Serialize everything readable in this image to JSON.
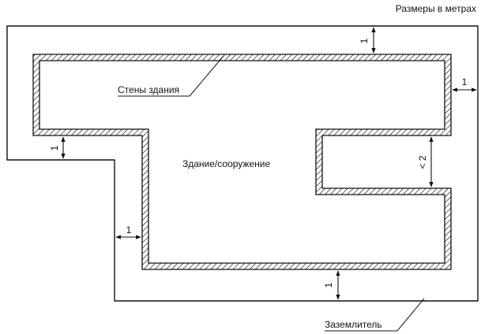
{
  "header": {
    "units_note": "Размеры в метрах"
  },
  "labels": {
    "walls": "Стены здания",
    "building": "Здание/сооружение",
    "grounding": "Заземлитель"
  },
  "dimensions": {
    "top": "1",
    "right": "1",
    "left": "1",
    "lower_left": "1",
    "bottom": "1",
    "notch": "< 2"
  },
  "colors": {
    "line": "#111111",
    "hatch": "#111111",
    "background": "#ffffff"
  }
}
